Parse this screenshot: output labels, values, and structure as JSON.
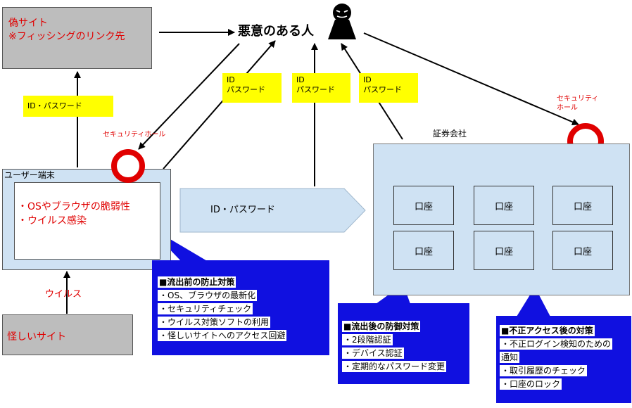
{
  "fake_site": {
    "line1": "偽サイト",
    "line2": "※フィッシングのリンク先"
  },
  "attacker": {
    "label": "悪意のある人"
  },
  "labels": {
    "id_password_left": "ID・パスワード",
    "id_a": "ID",
    "pw_a": "パスワード",
    "id_b": "ID",
    "pw_b": "パスワード",
    "id_c": "ID",
    "pw_c": "パスワード"
  },
  "security_holes": {
    "left": "セキュリティホール",
    "right_line1": "セキュリティ",
    "right_line2": "ホール"
  },
  "user_terminal": {
    "title": "ユーザー端末",
    "issue1": "・OSやブラウザの脆弱性",
    "issue2": "・ウイルス感染"
  },
  "flow_arrow": {
    "label": "ID・パスワード"
  },
  "securities_company": {
    "title": "証券会社",
    "accounts": [
      "口座",
      "口座",
      "口座",
      "口座",
      "口座",
      "口座"
    ]
  },
  "virus_label": "ウイルス",
  "suspicious_site": "怪しいサイト",
  "panel_before": {
    "title": "■流出前の防止対策",
    "items": [
      "・OS、ブラウザの最新化",
      "・セキュリティチェック",
      "・ウイルス対策ソフトの利用",
      "・怪しいサイトへのアクセス回避"
    ]
  },
  "panel_after": {
    "title": "■流出後の防御対策",
    "items": [
      "・2段階認証",
      "・デバイス認証",
      "・定期的なパスワード変更"
    ]
  },
  "panel_unauth": {
    "title": "■不正アクセス後の対策",
    "items": [
      "・不正ログイン検知のための",
      "通知",
      "・取引履歴のチェック",
      "・口座のロック"
    ]
  },
  "colors": {
    "accent_red": "#e00000",
    "label_yellow": "#ffff00",
    "panel_blue": "#1010e0",
    "company_blue": "#cfe2f3"
  }
}
